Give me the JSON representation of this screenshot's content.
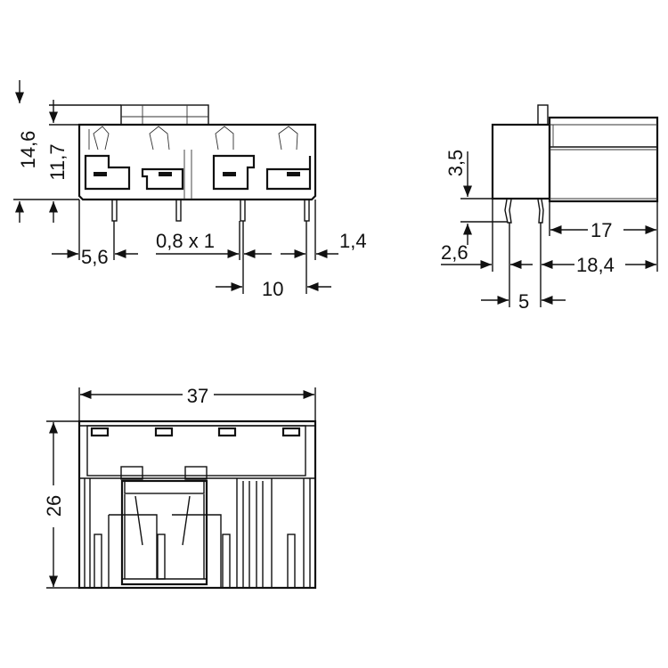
{
  "front_view": {
    "dim_total_height": "14,6",
    "dim_body_height": "11,7",
    "dim_edge_to_pin": "5,6",
    "dim_pin_section": "0,8 x 1",
    "dim_pin_to_edge": "1,4",
    "dim_pitch": "10"
  },
  "side_view": {
    "dim_pin_offset_height": "3,5",
    "dim_pin_length": "2,6",
    "dim_body_depth": "17",
    "dim_total_depth": "18,4",
    "dim_pin_spacing": "5"
  },
  "bottom_view": {
    "dim_width": "37",
    "dim_depth": "26"
  },
  "colors": {
    "line": "#111111",
    "background": "#ffffff"
  }
}
